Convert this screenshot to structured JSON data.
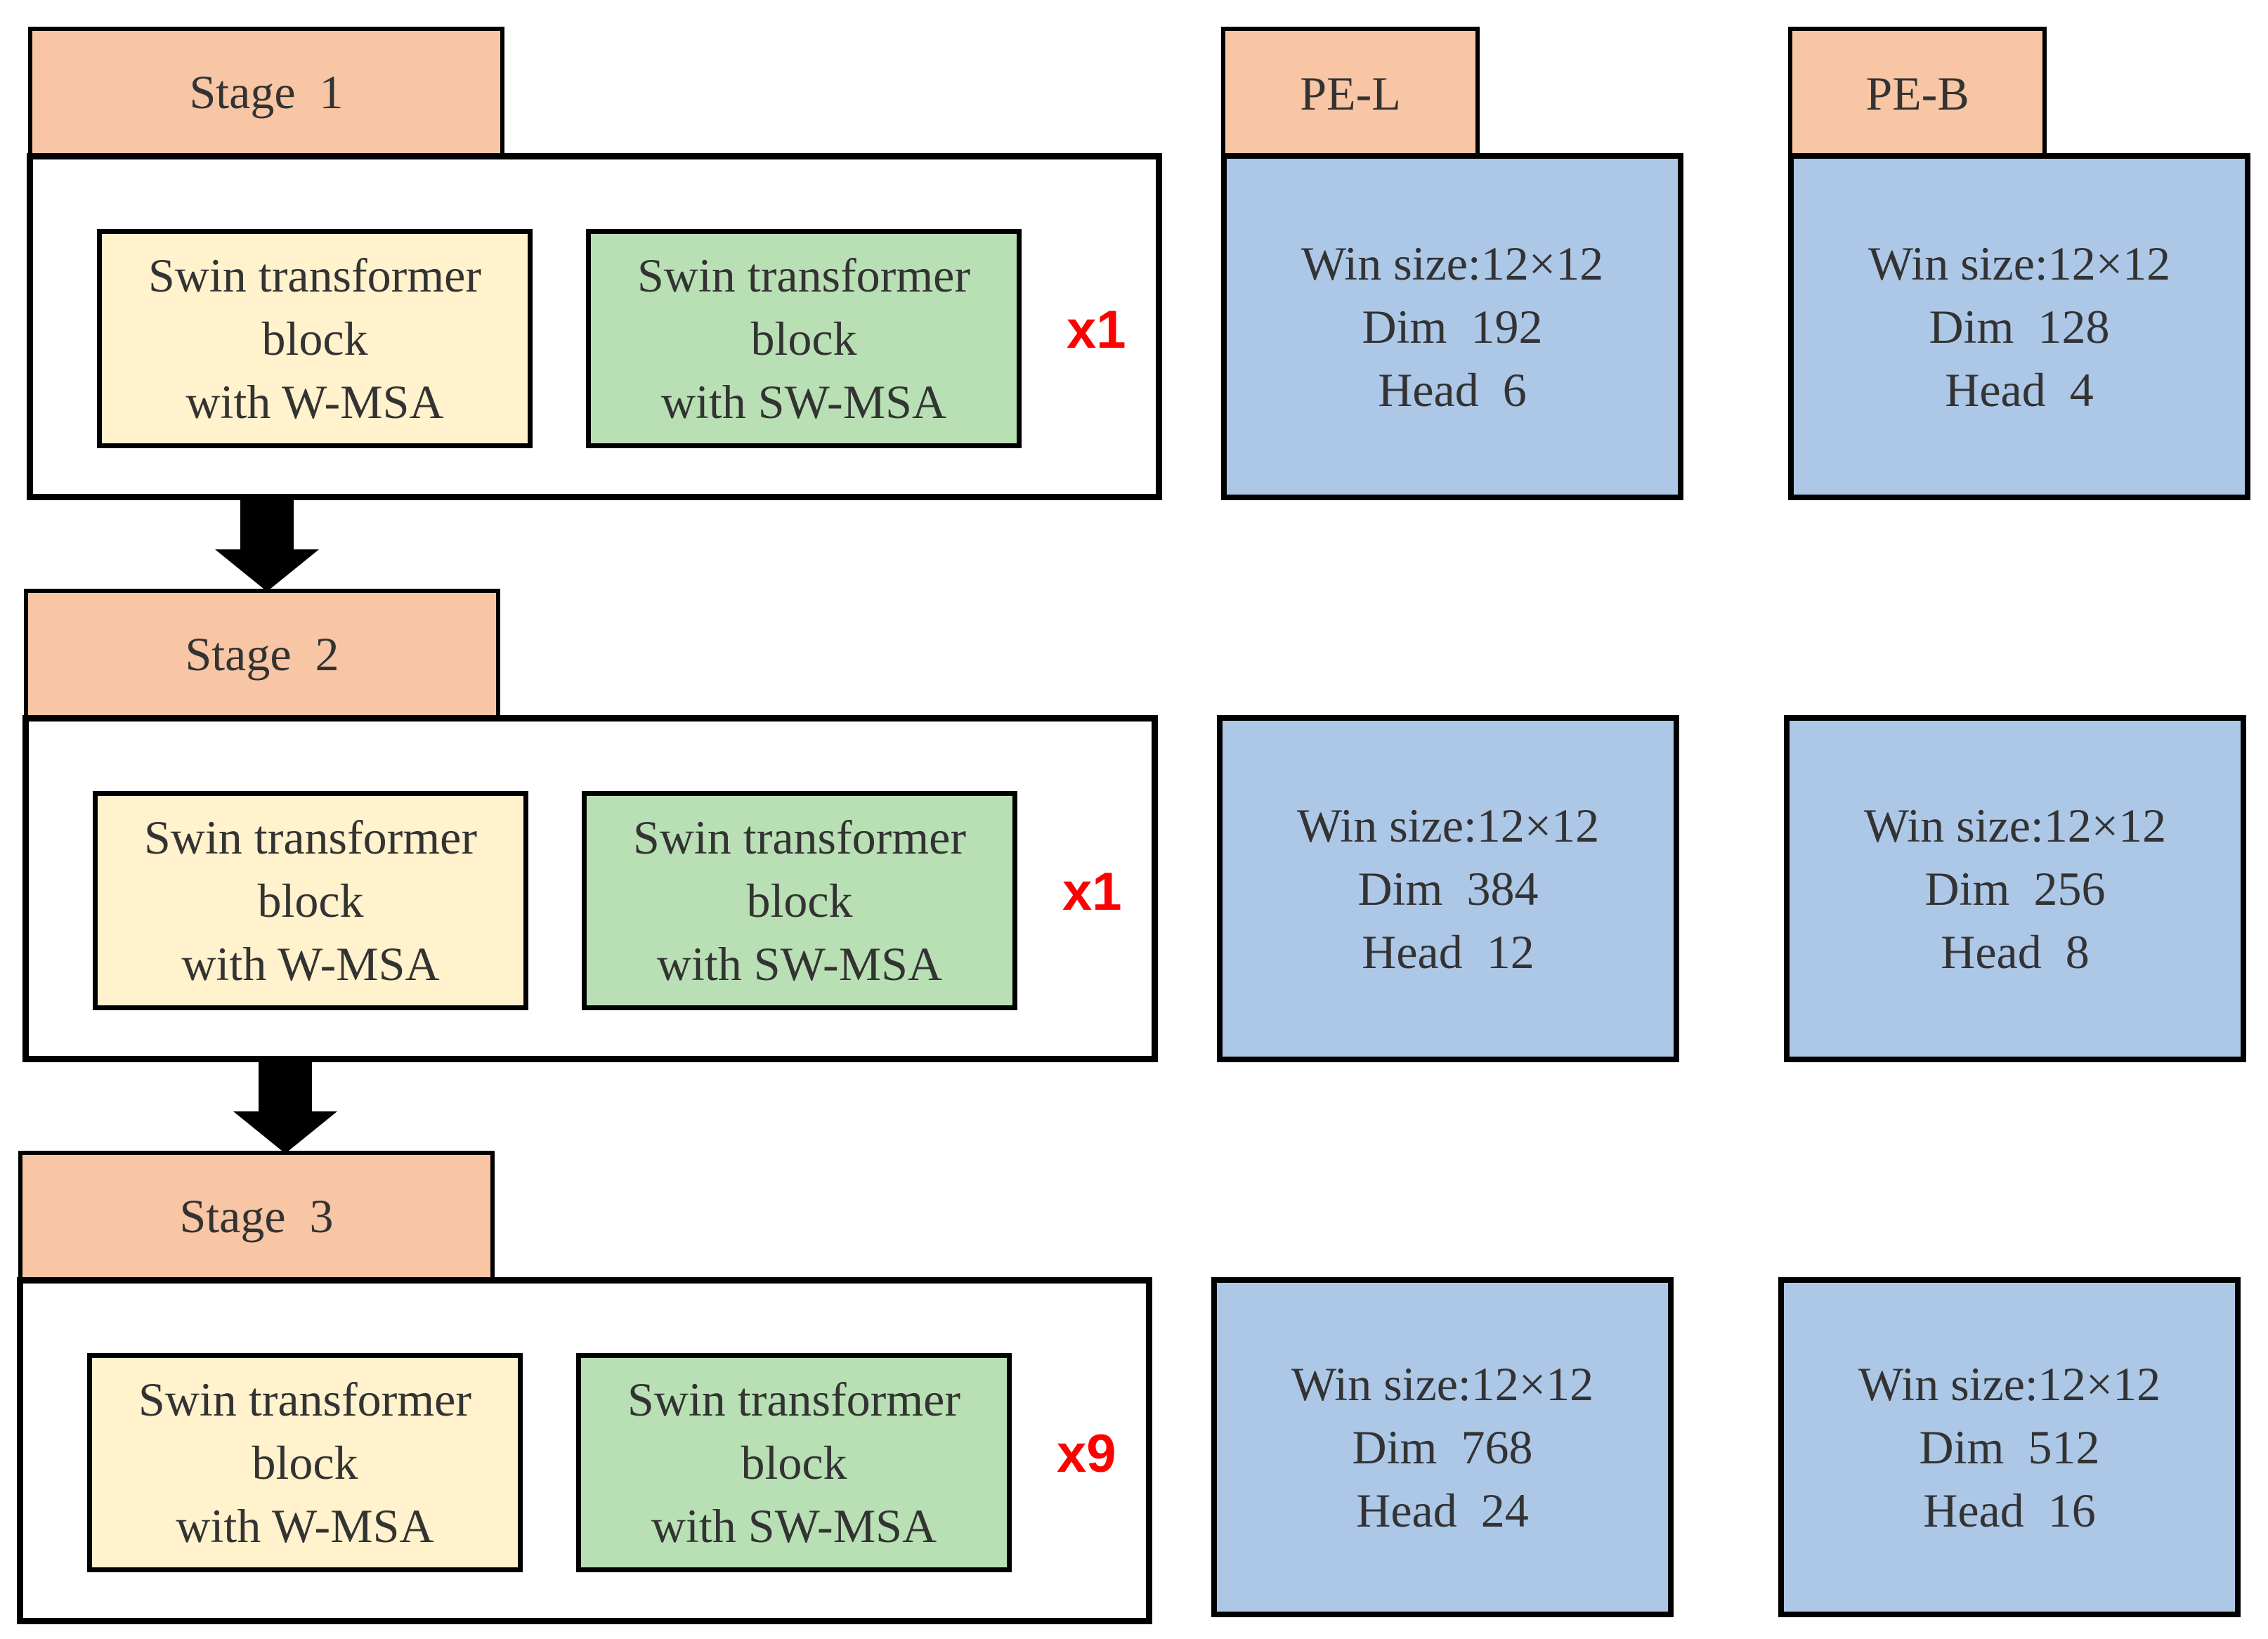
{
  "stages": [
    {
      "label": "Stage  1",
      "wmsa_block": {
        "line1": "Swin transformer",
        "line2": "block",
        "line3": "with W-MSA"
      },
      "swmsa_block": {
        "line1": "Swin transformer",
        "line2": "block",
        "line3": "with SW-MSA"
      },
      "repeat": "x1",
      "pe_l": {
        "win": "Win size:12×12",
        "dim": "Dim  192",
        "head": "Head  6"
      },
      "pe_b": {
        "win": "Win size:12×12",
        "dim": "Dim  128",
        "head": "Head  4"
      }
    },
    {
      "label": "Stage  2",
      "wmsa_block": {
        "line1": "Swin transformer",
        "line2": "block",
        "line3": "with W-MSA"
      },
      "swmsa_block": {
        "line1": "Swin transformer",
        "line2": "block",
        "line3": "with SW-MSA"
      },
      "repeat": "x1",
      "pe_l": {
        "win": "Win size:12×12",
        "dim": "Dim  384",
        "head": "Head  12"
      },
      "pe_b": {
        "win": "Win size:12×12",
        "dim": "Dim  256",
        "head": "Head  8"
      }
    },
    {
      "label": "Stage  3",
      "wmsa_block": {
        "line1": "Swin transformer",
        "line2": "block",
        "line3": "with W-MSA"
      },
      "swmsa_block": {
        "line1": "Swin transformer",
        "line2": "block",
        "line3": "with SW-MSA"
      },
      "repeat": "x9",
      "pe_l": {
        "win": "Win size:12×12",
        "dim": "Dim  768",
        "head": "Head  24"
      },
      "pe_b": {
        "win": "Win size:12×12",
        "dim": "Dim  512",
        "head": "Head  16"
      }
    }
  ],
  "pe_l_label": "PE-L",
  "pe_b_label": "PE-B",
  "colors": {
    "tab": "#f8c6a4",
    "wmsa": "#fff2cc",
    "swmsa": "#b9e0b4",
    "config": "#adc7e7",
    "repeat": "#ff0000"
  }
}
